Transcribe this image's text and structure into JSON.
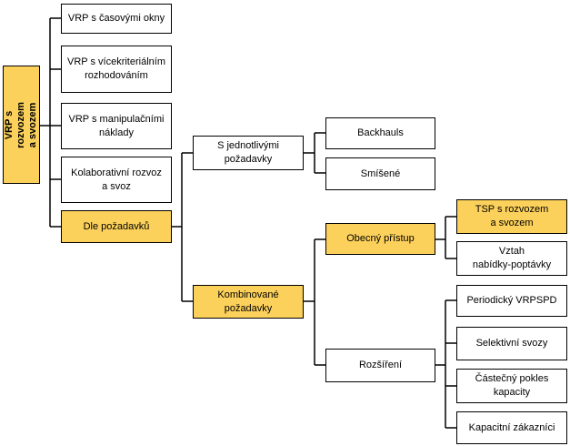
{
  "diagram": {
    "root": {
      "label": "VRP s rozvozem\na svozem"
    },
    "level1": [
      {
        "label": "VRP s časovými okny"
      },
      {
        "label": "VRP s vícekriteriálním\nrozhodováním"
      },
      {
        "label": "VRP s manipulačními\nnáklady"
      },
      {
        "label": "Kolaborativní rozvoz\na svoz"
      },
      {
        "label": "Dle požadavků"
      }
    ],
    "level2": [
      {
        "label": "S jednotlivými\npožadavky"
      },
      {
        "label": "Kombinované\npožadavky"
      }
    ],
    "level3": [
      {
        "label": "Backhauls"
      },
      {
        "label": "Smíšené"
      },
      {
        "label": "Obecný přístup"
      },
      {
        "label": "Rozšíření"
      }
    ],
    "level4": [
      {
        "label": "TSP s rozvozem\na svozem"
      },
      {
        "label": "Vztah\nnabídky-poptávky"
      },
      {
        "label": "Periodický VRPSPD"
      },
      {
        "label": "Selektivní svozy"
      },
      {
        "label": "Částečný pokles\nkapacity"
      },
      {
        "label": "Kapacitní zákazníci"
      }
    ],
    "colors": {
      "highlight": "#fcd15b",
      "border": "#000000"
    }
  }
}
